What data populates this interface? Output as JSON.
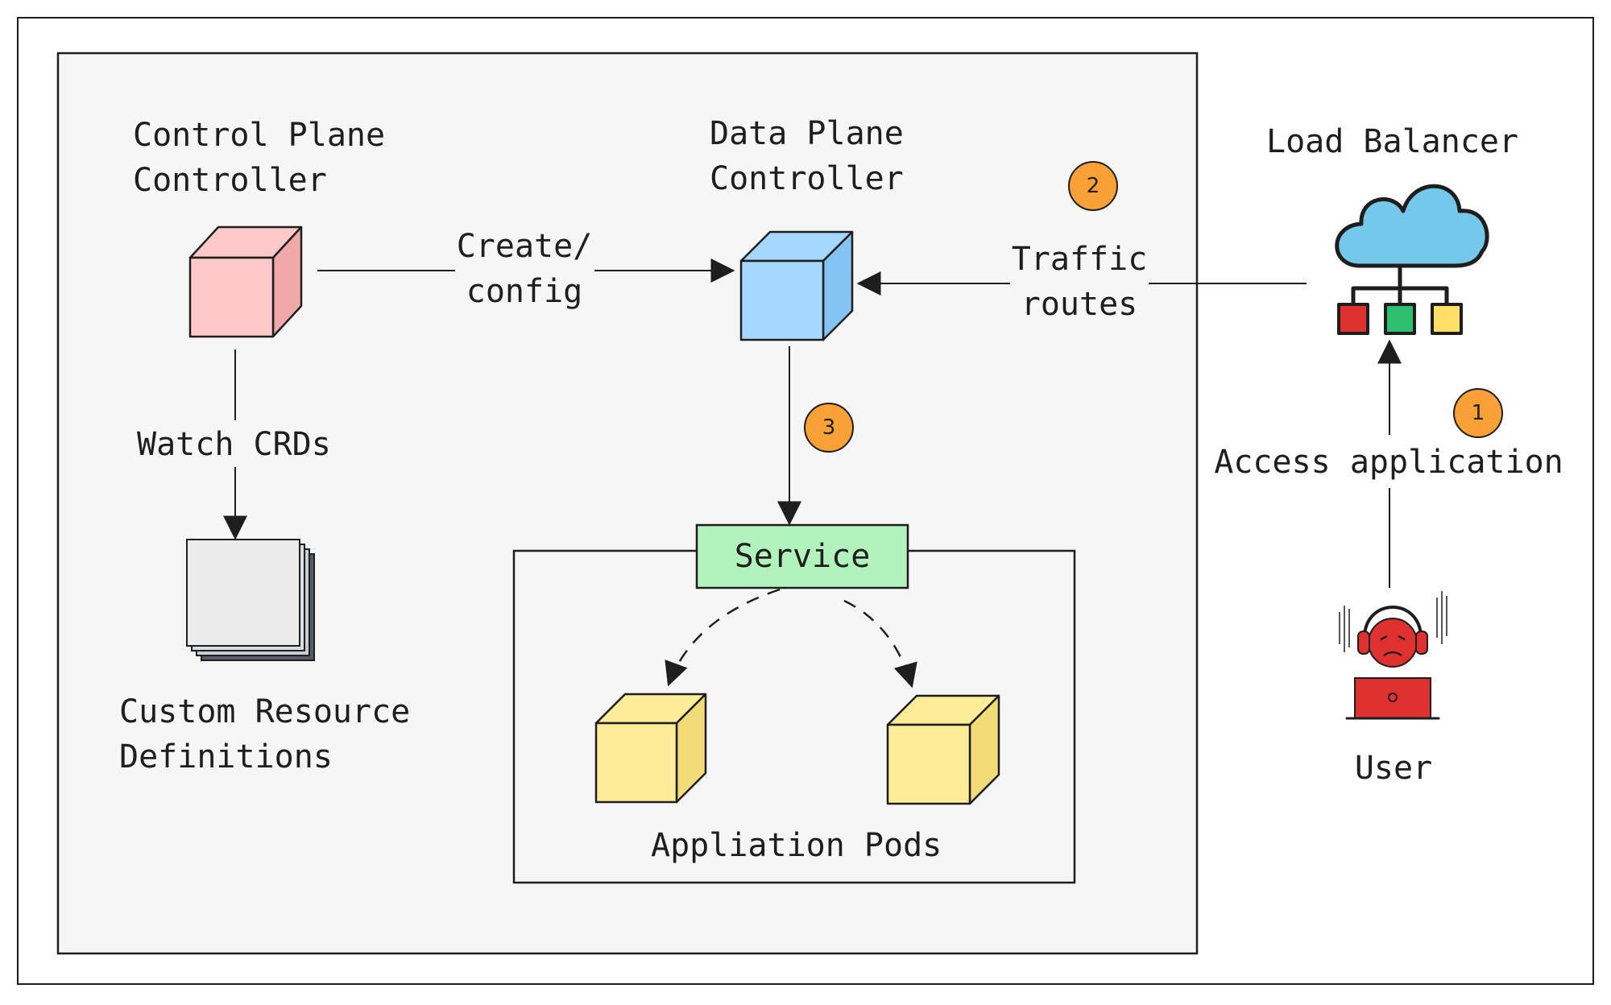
{
  "labels": {
    "control_plane": "Control Plane\nController",
    "data_plane": "Data Plane\nController",
    "load_balancer": "Load Balancer",
    "create_config": "Create/\nconfig",
    "traffic_routes": "Traffic\nroutes",
    "watch_crds": "Watch CRDs",
    "crd": "Custom Resource\nDefinitions",
    "service": "Service",
    "pods": "Appliation Pods",
    "access": "Access application",
    "user": "User"
  },
  "steps": {
    "one": "1",
    "two": "2",
    "three": "3"
  },
  "colors": {
    "cluster_bg": "#f5f6f5",
    "control_cube": "#ffc9c9",
    "data_cube": "#a5d8ff",
    "pod_cube": "#ffec99",
    "service_box": "#b2f2bb",
    "crd_sheet": "#ececec",
    "badge": "#f7a136",
    "cloud": "#74c8ea",
    "node_red": "#e03131",
    "node_green": "#2fbf71",
    "node_yellow": "#ffe066",
    "user_red": "#e03131"
  },
  "icons": [
    "cube-icon",
    "document-stack-icon",
    "cloud-network-icon",
    "frustrated-user-icon"
  ]
}
